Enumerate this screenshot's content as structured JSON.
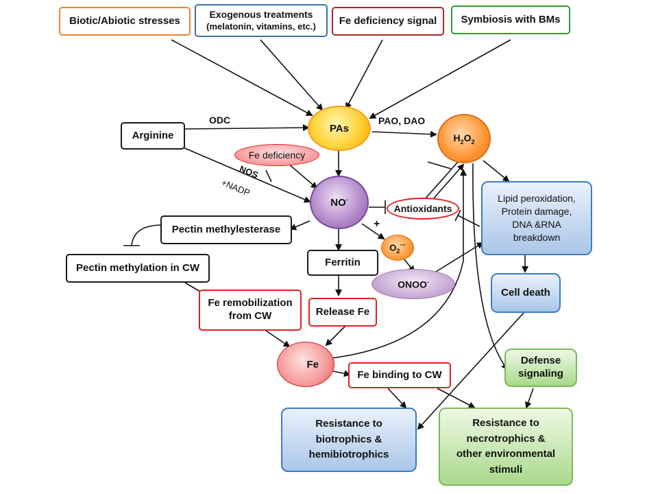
{
  "top_boxes": {
    "stresses": "Biotic/Abiotic stresses",
    "exogenous_line1": "Exogenous treatments",
    "exogenous_line2": "(melatonin, vitamins, etc.)",
    "fe_signal": "Fe deficiency signal",
    "symbiosis": "Symbiosis with BMs"
  },
  "nodes": {
    "pas": "PAs",
    "h2o2_main": "H",
    "h2o2_sub1": "2",
    "h2o2_o": "O",
    "h2o2_sub2": "2",
    "arginine": "Arginine",
    "fe_deficiency": "Fe deficiency",
    "no_main": "NO",
    "no_sup": "-",
    "antioxidants": "Antioxidants",
    "lipid_line1": "Lipid peroxidation,",
    "lipid_line2": "Protein damage,",
    "lipid_line3": "DNA &RNA",
    "lipid_line4": "breakdown",
    "pectin_me": "Pectin methylesterase",
    "pectin_methylation": "Pectin methylation in CW",
    "ferritin": "Ferritin",
    "o2_main": "O",
    "o2_sub": "2",
    "o2_sup": "·−",
    "onoo_main": "ONOO",
    "onoo_sup": "-",
    "cell_death": "Cell death",
    "fe_remob_line1": "Fe remobilization",
    "fe_remob_line2": "from CW",
    "release_fe": "Release Fe",
    "fe": "Fe",
    "fe_binding": "Fe binding to CW",
    "defense_line1": "Defense",
    "defense_line2": "signaling",
    "resist_bio_line1": "Resistance to",
    "resist_bio_line2": "biotrophics  &",
    "resist_bio_line3": "hemibiotrophics",
    "resist_necro_line1": "Resistance to",
    "resist_necro_line2": "necrotrophics &",
    "resist_necro_line3": "other environmental",
    "resist_necro_line4": "stimuli"
  },
  "labels": {
    "odc": "ODC",
    "pao_dao": "PAO, DAO",
    "nos": "NOS",
    "nadp": "+NADP",
    "plus": "+"
  },
  "colors": {
    "orange": "#f08030",
    "blue": "#3c6fa8",
    "darkred": "#a52a2a",
    "green": "#2e9a2e",
    "red": "#e02020"
  }
}
